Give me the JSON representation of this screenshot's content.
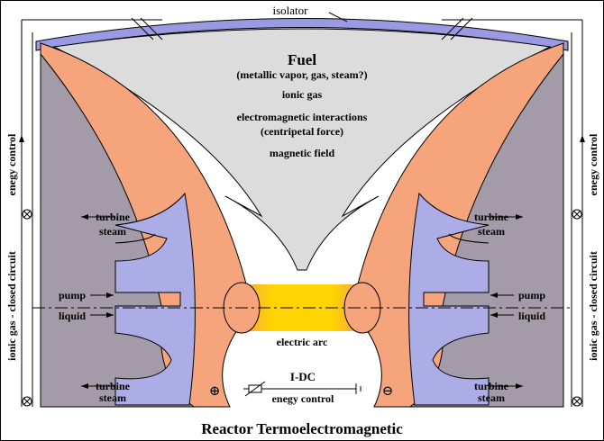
{
  "diagram": {
    "title": "Reactor Termoelectromagnetic",
    "labels": {
      "isolator": "isolator",
      "fuel": "Fuel",
      "fuel_types": "(metallic vapor, gas, steam?)",
      "ionic_gas": "ionic gas",
      "em_interactions": "electromagnetic interactions",
      "centripetal": "(centripetal force)",
      "magnetic_field": "magnetic field",
      "electric_arc": "electric arc",
      "idc": "I-DC",
      "energy_control_bottom": "enegy control",
      "energy_control_side": "enegy control",
      "closed_circuit": "ionic gas - closed circuit",
      "turbine": "turbine",
      "steam": "steam",
      "pump": "pump",
      "liquid": "liquid",
      "plus": "⊕",
      "minus": "⊖"
    },
    "colors": {
      "housing": "#a39ba8",
      "copper": "#f6a47c",
      "coolant": "#acace6",
      "fuel_chamber": "#dcdcdc",
      "arc_core": "#ffd400",
      "arc_edge": "#f3a24a",
      "isolator": "#9a9ae2"
    }
  }
}
